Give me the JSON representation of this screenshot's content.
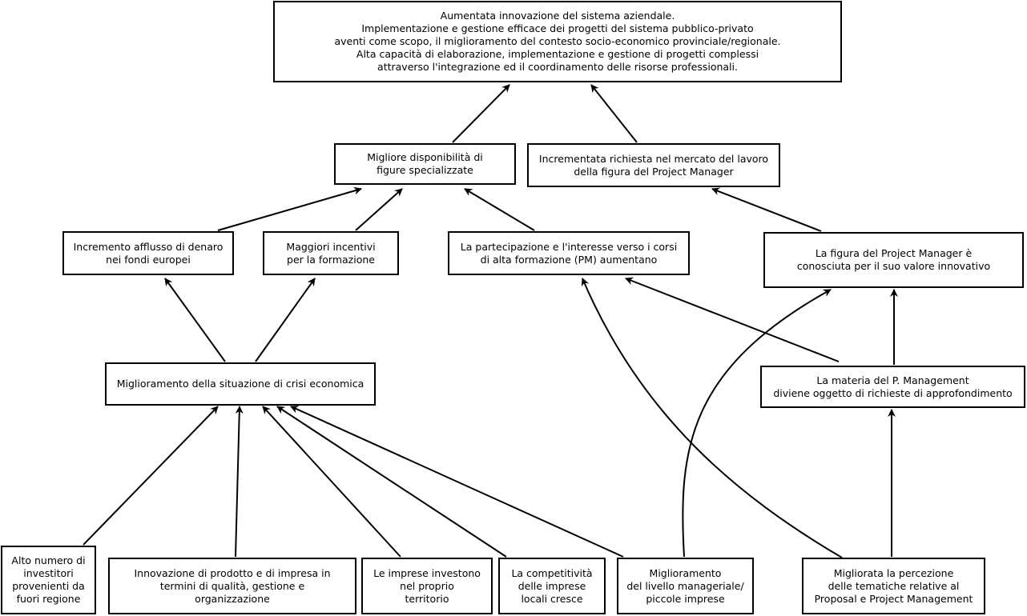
{
  "nodes": {
    "goal": {
      "lines": [
        "Aumentata innovazione del sistema aziendale.",
        "Implementazione e gestione efficace dei progetti del sistema pubblico-privato",
        "aventi come scopo, il miglioramento del contesto socio-economico provinciale/regionale.",
        "Alta capacità di elaborazione, implementazione e gestione di progetti complessi",
        "attraverso l'integrazione ed il coordinamento delle risorse professionali."
      ]
    },
    "specializzate": {
      "lines": [
        "Migliore disponibilità di",
        "figure specializzate"
      ]
    },
    "richiesta_pm": {
      "lines": [
        "Incrementata richiesta nel mercato del lavoro",
        "della figura del Project Manager"
      ]
    },
    "fondi": {
      "lines": [
        "Incremento afflusso di denaro",
        "nei fondi europei"
      ]
    },
    "incentivi": {
      "lines": [
        "Maggiori incentivi",
        "per la formazione"
      ]
    },
    "corsi": {
      "lines": [
        "La partecipazione e l'interesse verso i corsi",
        "di alta formazione (PM) aumentano"
      ]
    },
    "figura_pm": {
      "lines": [
        "La figura del Project Manager è",
        "conosciuta per il suo valore innovativo"
      ]
    },
    "crisi": {
      "lines": [
        "Miglioramento della situazione di crisi economica"
      ]
    },
    "materia": {
      "lines": [
        "La materia del P. Management",
        "diviene oggetto di richieste di approfondimento"
      ]
    },
    "investitori": {
      "lines": [
        "Alto numero di",
        "investitori",
        "provenienti da",
        "fuori regione"
      ]
    },
    "innovazione": {
      "lines": [
        "Innovazione di prodotto e di impresa in",
        "termini di qualità, gestione e",
        "organizzazione"
      ]
    },
    "investono": {
      "lines": [
        "Le imprese investono",
        "nel proprio",
        "territorio"
      ]
    },
    "competitivita": {
      "lines": [
        "La competitività",
        "delle imprese",
        "locali cresce"
      ]
    },
    "manageriale": {
      "lines": [
        "Miglioramento",
        "del livello manageriale/",
        "piccole imprese"
      ]
    },
    "percezione": {
      "lines": [
        "Migliorata la percezione",
        "delle tematiche relative al",
        "Proposal e Project Management"
      ]
    }
  },
  "edges": [
    [
      "specializzate",
      "goal"
    ],
    [
      "richiesta_pm",
      "goal"
    ],
    [
      "fondi",
      "specializzate"
    ],
    [
      "incentivi",
      "specializzate"
    ],
    [
      "corsi",
      "specializzate"
    ],
    [
      "figura_pm",
      "richiesta_pm"
    ],
    [
      "crisi",
      "fondi"
    ],
    [
      "crisi",
      "incentivi"
    ],
    [
      "materia",
      "corsi"
    ],
    [
      "materia",
      "figura_pm"
    ],
    [
      "investitori",
      "crisi"
    ],
    [
      "innovazione",
      "crisi"
    ],
    [
      "investono",
      "crisi"
    ],
    [
      "competitivita",
      "crisi"
    ],
    [
      "manageriale",
      "crisi"
    ],
    [
      "manageriale",
      "figura_pm"
    ],
    [
      "percezione",
      "corsi"
    ],
    [
      "percezione",
      "materia"
    ]
  ]
}
